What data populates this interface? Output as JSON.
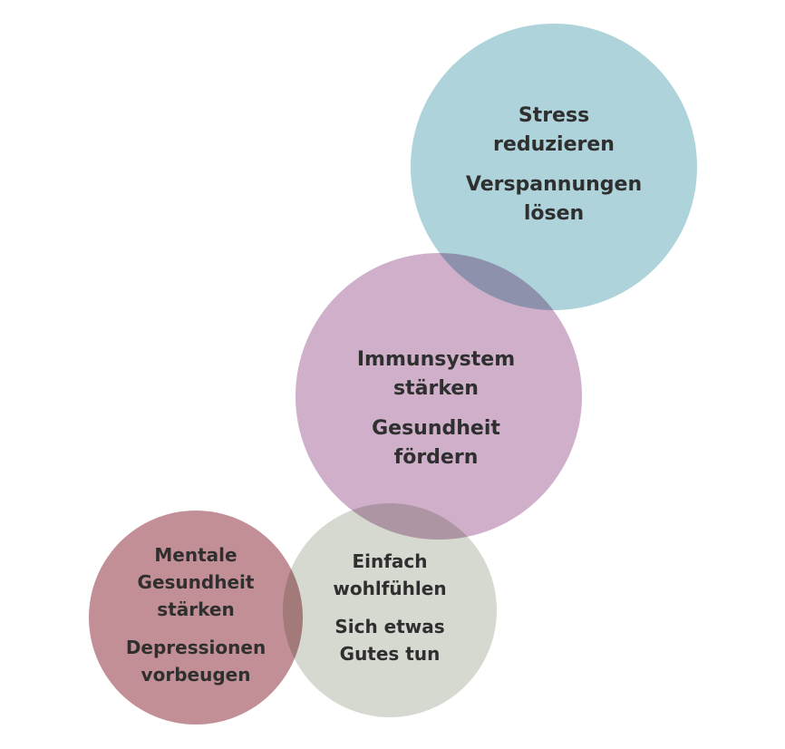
{
  "colors": {
    "teal": "#aed3da",
    "mauve": "#cfafc9",
    "sage": "#d5d9d0",
    "rose": "#c38f96"
  },
  "circles": [
    {
      "id": "stress",
      "lines1": [
        "Stress",
        "reduzieren"
      ],
      "lines2": [
        "Verspannungen",
        "lösen"
      ]
    },
    {
      "id": "immun",
      "lines1": [
        "Immunsystem",
        "stärken"
      ],
      "lines2": [
        "Gesundheit",
        "fördern"
      ]
    },
    {
      "id": "wohl",
      "lines1": [
        "Einfach",
        "wohlfühlen"
      ],
      "lines2": [
        "Sich etwas",
        "Gutes tun"
      ]
    },
    {
      "id": "mental",
      "lines1": [
        "Mentale",
        "Gesundheit",
        "stärken"
      ],
      "lines2": [
        "Depressionen",
        "vorbeugen"
      ]
    }
  ]
}
